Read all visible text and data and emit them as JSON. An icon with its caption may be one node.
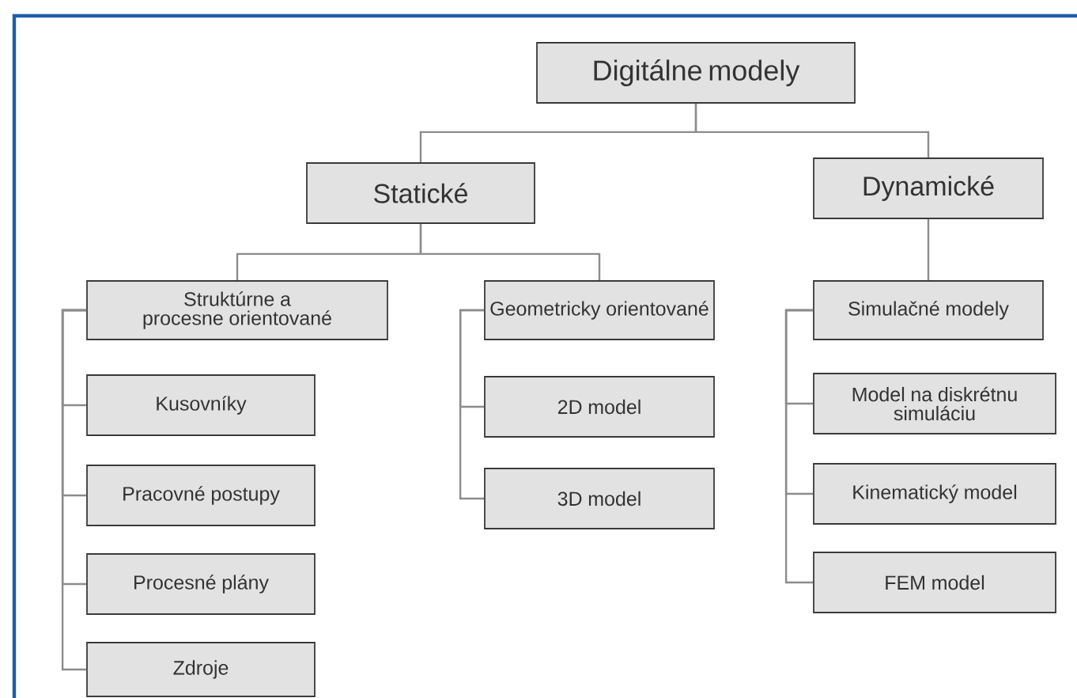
{
  "diagram": {
    "nodes": [
      {
        "text": [
          "Digitálne modely"
        ]
      },
      {
        "text": [
          "Statické"
        ]
      },
      {
        "text": [
          "Dynamické"
        ]
      },
      {
        "text": [
          "Struktúrne a procesne orientované"
        ]
      },
      {
        "text": [
          "Geometricky orientované"
        ]
      },
      {
        "text": [
          "Simulačné modely"
        ]
      },
      {
        "text": [
          "Kusovníky"
        ]
      },
      {
        "text": [
          "Pracovné postupy"
        ]
      },
      {
        "text": [
          "Procesné plány"
        ]
      },
      {
        "text": [
          "Zdroje"
        ]
      },
      {
        "text": [
          "2D model"
        ]
      },
      {
        "text": [
          "3D model"
        ]
      },
      {
        "text": [
          "Model na diskrétnu simuláciu"
        ]
      },
      {
        "text": [
          "Kinematický model"
        ]
      },
      {
        "text": [
          "FEM model"
        ]
      }
    ],
    "edges": [
      {
        "from": 0,
        "to": 1,
        "arrow": "none"
      },
      {
        "from": 0,
        "to": 2,
        "arrow": "none"
      },
      {
        "from": 1,
        "to": 3,
        "arrow": "none"
      },
      {
        "from": 1,
        "to": 4,
        "arrow": "none"
      },
      {
        "from": 2,
        "to": 5,
        "arrow": "none"
      },
      {
        "from": 3,
        "to": 6,
        "arrow": "none"
      },
      {
        "from": 3,
        "to": 7,
        "arrow": "none"
      },
      {
        "from": 3,
        "to": 8,
        "arrow": "none"
      },
      {
        "from": 3,
        "to": 9,
        "arrow": "none"
      },
      {
        "from": 4,
        "to": 10,
        "arrow": "none"
      },
      {
        "from": 4,
        "to": 11,
        "arrow": "none"
      },
      {
        "from": 5,
        "to": 12,
        "arrow": "none"
      },
      {
        "from": 5,
        "to": 13,
        "arrow": "none"
      },
      {
        "from": 5,
        "to": 14,
        "arrow": "none"
      }
    ]
  }
}
